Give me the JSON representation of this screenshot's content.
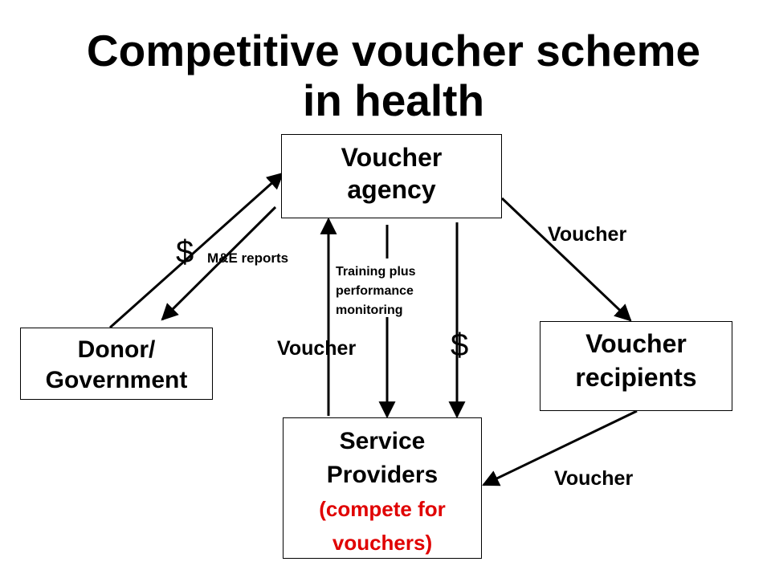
{
  "title": {
    "line1": "Competitive voucher scheme",
    "line2": "in health"
  },
  "nodes": {
    "agency": {
      "line1": "Voucher",
      "line2": "agency"
    },
    "donor": {
      "line1": "Donor/",
      "line2": "Government"
    },
    "recipients": {
      "line1": "Voucher",
      "line2": "recipients"
    },
    "providers": {
      "line1": "Service",
      "line2": "Providers",
      "note_line1": "(compete for",
      "note_line2": "vouchers)"
    }
  },
  "edge_labels": {
    "donor_agency_money": "$",
    "me_reports": "M&E reports",
    "agency_recipients": "Voucher",
    "training_line1": "Training plus",
    "training_line2": "performance",
    "training_line3": "monitoring",
    "providers_agency_voucher": "Voucher",
    "agency_providers_money": "$",
    "recipients_providers": "Voucher"
  },
  "colors": {
    "text": "#000000",
    "accent_red": "#e00000",
    "background": "#ffffff"
  }
}
